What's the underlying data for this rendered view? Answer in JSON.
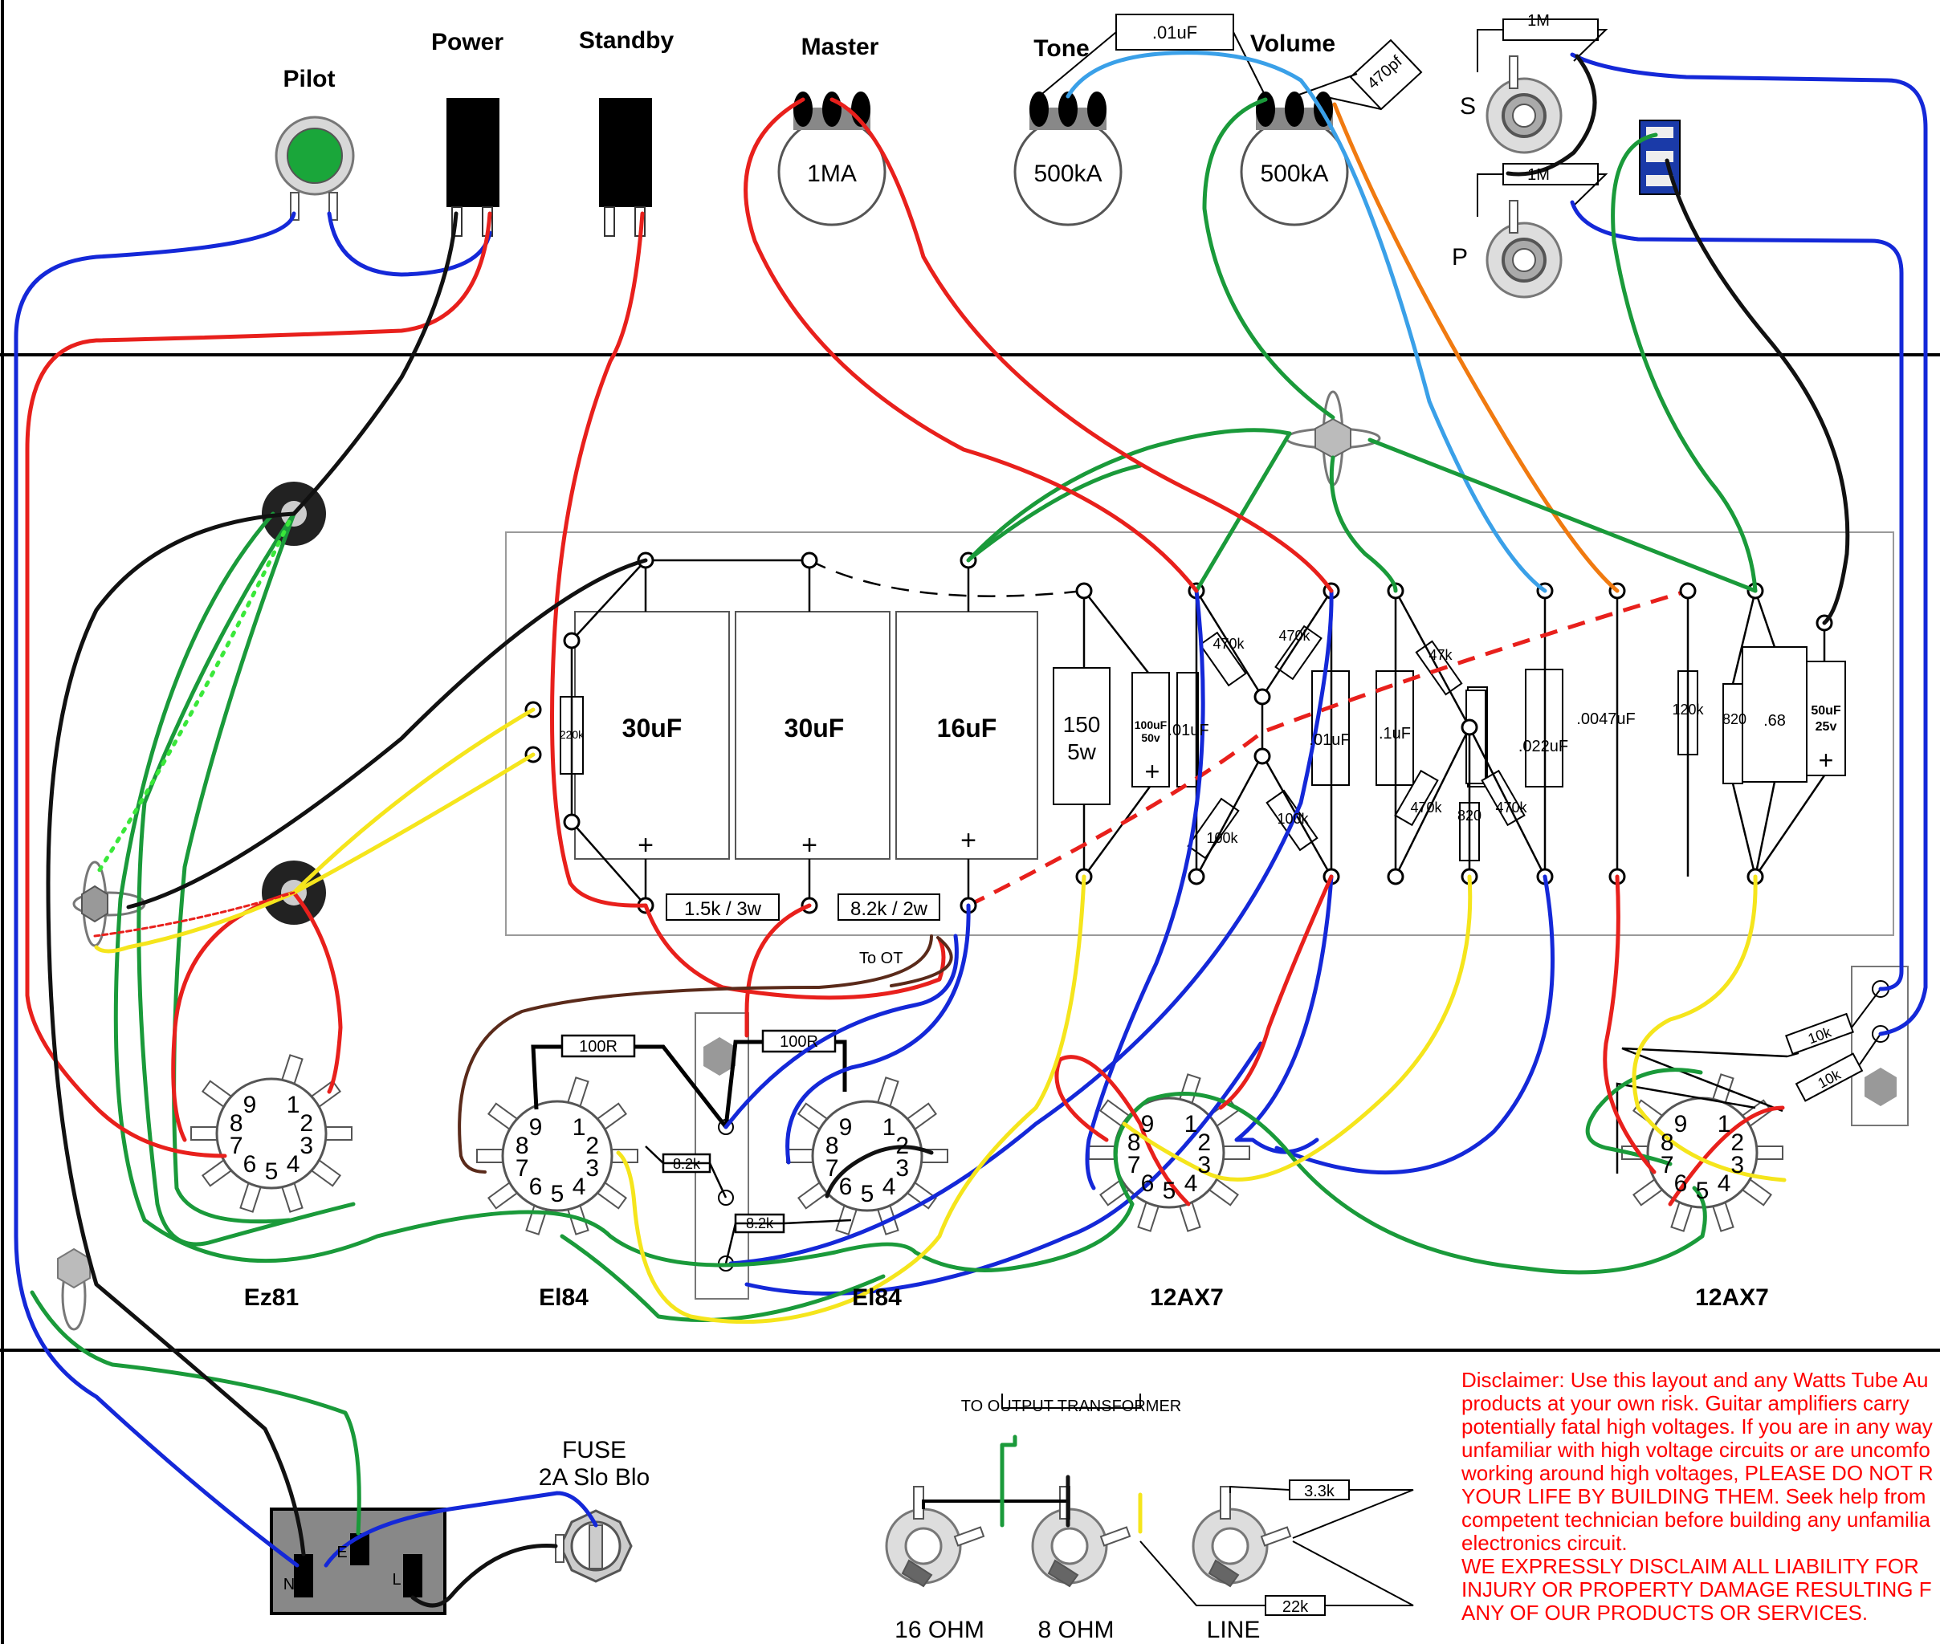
{
  "front_panel": {
    "pilot": "Pilot",
    "power": "Power",
    "standby": "Standby",
    "master": "Master",
    "tone": "Tone",
    "volume": "Volume",
    "master_pot": "1MA",
    "tone_pot": "500kA",
    "volume_pot": "500kA",
    "tone_vol_cap": ".01uF",
    "bright_cap": "470pf",
    "jack_s": "S",
    "jack_p": "P",
    "jack_s_res": "1M",
    "jack_p_res": "1M"
  },
  "board": {
    "cap1": "30uF",
    "cap2": "30uF",
    "cap3": "16uF",
    "plus": "+",
    "r220k": "220k",
    "r1_5k": "1.5k / 3w",
    "r8_2k": "8.2k / 2w",
    "r150a": "150",
    "r150b": "5w",
    "c100a": "100uF",
    "c100b": "50v",
    "c01a": ".01uF",
    "r470a": "470k",
    "r470b": "470k",
    "r100a": "100k",
    "r100b": "100k",
    "c01b": ".01uF",
    "c1uf": ".1uF",
    "r47k": "47k",
    "r470c": "470k",
    "r820": "820",
    "r470d": "470k",
    "c022": ".022uF",
    "c0047": ".0047uF",
    "r120k": "120k",
    "r820b": "820",
    "c68": ".68",
    "c50a": "50uF",
    "c50b": "25v",
    "to_ot": "To OT"
  },
  "tubes": {
    "ez81": "Ez81",
    "el84a": "El84",
    "el84b": "El84",
    "ax7a": "12AX7",
    "ax7b": "12AX7",
    "r100r_a": "100R",
    "r100r_b": "100R",
    "r8_2k_a": "8.2k",
    "r8_2k_b": "8.2k",
    "r10k_a": "10k",
    "r10k_b": "10k"
  },
  "rear_panel": {
    "fuse_title": "FUSE",
    "fuse_rating": "2A Slo Blo",
    "iec_n": "N",
    "iec_e": "E",
    "iec_l": "L",
    "to_ot": "TO OUTPUT TRANSFORMER",
    "ohm16": "16 OHM",
    "ohm8": "8 OHM",
    "line": "LINE",
    "r3_3k": "3.3k",
    "r22k": "22k"
  },
  "disclaimer": [
    "Disclaimer: Use this layout and any Watts Tube Au",
    "products at your own risk. Guitar amplifiers carry",
    "potentially fatal high voltages. If you are in any way",
    "unfamiliar with high voltage circuits or are uncomfo",
    "working around high voltages, PLEASE DO NOT R",
    "YOUR LIFE BY BUILDING THEM. Seek help from",
    "competent technician before building any unfamilia",
    "electronics circuit.",
    "WE EXPRESSLY DISCLAIM ALL LIABILITY FOR",
    "INJURY OR PROPERTY DAMAGE RESULTING F",
    "ANY OF OUR PRODUCTS OR SERVICES."
  ],
  "colors": {
    "red": "#e8201c",
    "blue": "#1428d8",
    "green": "#1a9a3a",
    "yellow": "#f5e51c",
    "black": "#111111",
    "orange": "#f07a10",
    "lightblue": "#3aa0e8",
    "brown": "#5a2a1a",
    "pilot": "#1aa63a"
  }
}
